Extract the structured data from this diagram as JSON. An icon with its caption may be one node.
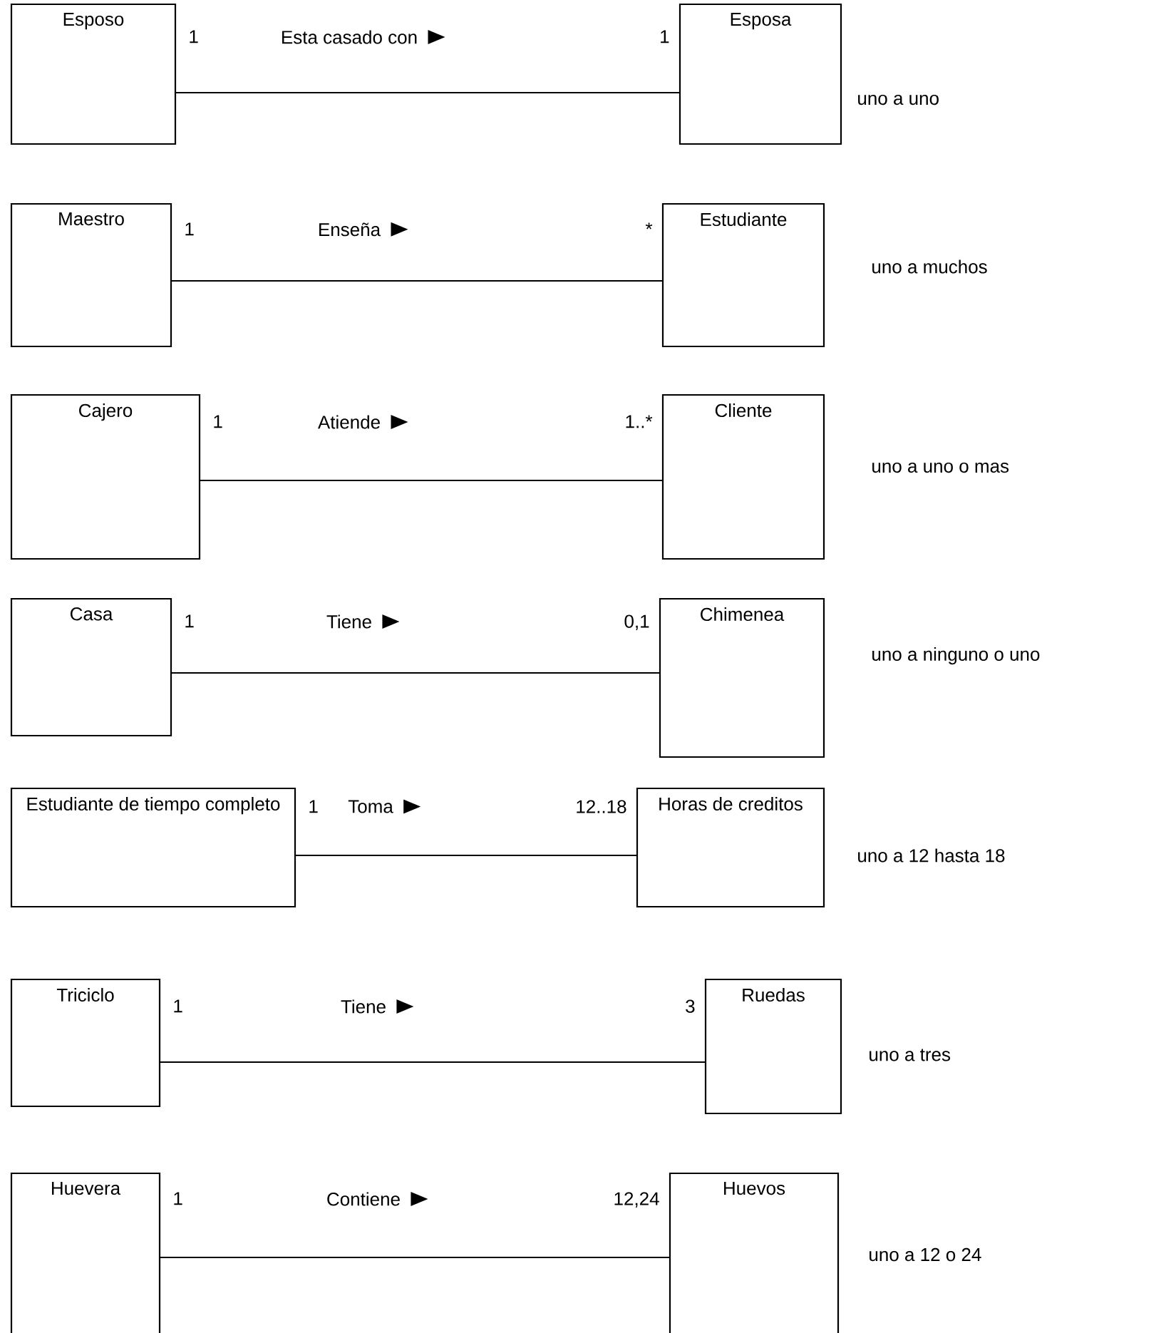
{
  "diagram": {
    "nodes": [
      {
        "text": [
          "Esposo"
        ]
      },
      {
        "text": [
          "Esposa"
        ]
      },
      {
        "text": [
          "Maestro"
        ]
      },
      {
        "text": [
          "Estudiante"
        ]
      },
      {
        "text": [
          "Cajero"
        ]
      },
      {
        "text": [
          "Cliente"
        ]
      },
      {
        "text": [
          "Casa"
        ]
      },
      {
        "text": [
          "Chimenea"
        ]
      },
      {
        "text": [
          "Estudiante de tiempo completo"
        ]
      },
      {
        "text": [
          "Horas de creditos"
        ]
      },
      {
        "text": [
          "Triciclo"
        ]
      },
      {
        "text": [
          "Ruedas"
        ]
      },
      {
        "text": [
          "Huevera"
        ]
      },
      {
        "text": [
          "Huevos"
        ]
      }
    ],
    "edges": [
      {
        "from": 0,
        "to": 1,
        "arrow": "none",
        "label": "Esta casado con"
      },
      {
        "from": 2,
        "to": 3,
        "arrow": "none",
        "label": "Enseña"
      },
      {
        "from": 4,
        "to": 5,
        "arrow": "none",
        "label": "Atiende"
      },
      {
        "from": 6,
        "to": 7,
        "arrow": "none",
        "label": "Tiene"
      },
      {
        "from": 8,
        "to": 9,
        "arrow": "none",
        "label": "Toma"
      },
      {
        "from": 10,
        "to": 11,
        "arrow": "none",
        "label": "Tiene"
      },
      {
        "from": 12,
        "to": 13,
        "arrow": "none",
        "label": "Contiene"
      }
    ],
    "labels": [
      "1",
      "1",
      "uno a uno",
      "1",
      "*",
      "uno a muchos",
      "1",
      "1..*",
      "uno a uno o mas",
      "1",
      "0,1",
      "uno a ninguno o uno",
      "1",
      "12..18",
      "uno a 12 hasta 18",
      "1",
      "3",
      "uno a tres",
      "1",
      "12,24",
      "uno a 12 o 24"
    ]
  }
}
